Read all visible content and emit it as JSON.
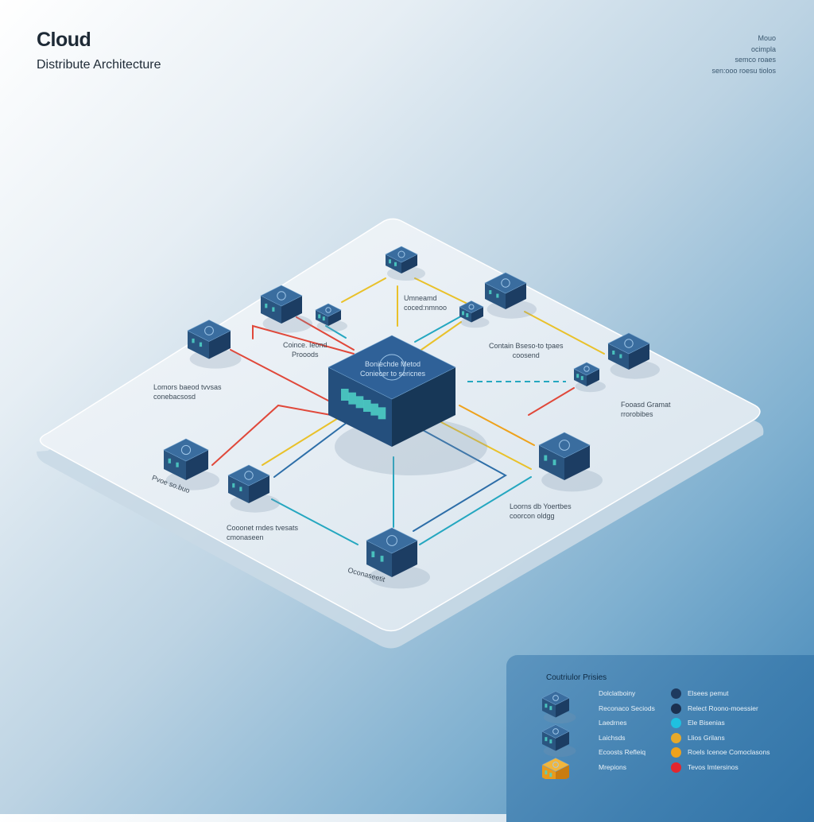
{
  "header": {
    "title": "Cloud",
    "subtitle": "Distribute Architecture"
  },
  "top_right": [
    "Mouo",
    "ocimpla",
    "semco roaes",
    "sen:ooo roesu tiolos"
  ],
  "diagram": {
    "central_label": [
      "Boniechde Metod",
      "Coniecer to sericnes"
    ],
    "labels": {
      "top": [
        "Umneamd",
        "coced:nmnoo"
      ],
      "left_mid": [
        "Coince. Ieond",
        "Prooods"
      ],
      "right_mid": [
        "Contain Bseso-to tpaes",
        "coosend"
      ],
      "left": [
        "Lomors baeod tvvsas",
        "conebacsosd"
      ],
      "right": [
        "Fooasd Gramat",
        "rrorobibes"
      ],
      "bottom_left_node": [
        "Pvoe so.buo"
      ],
      "bottom_left": [
        "Cooonet rndes tvesats",
        "cmonaseen"
      ],
      "bottom_right": [
        "Loorns db Yoertbes",
        "coorcon oldgg"
      ],
      "bottom": [
        "Oconaseetit"
      ]
    }
  },
  "legend": {
    "title": "Coutriulor Prisies",
    "left_items": [
      "Dolclatboiny",
      "Reconaco Seciods",
      "Laedrnes",
      "Laichsds",
      "Ecoosts Refleiq",
      "Mrepions"
    ],
    "right_items": [
      {
        "label": "Elsees pemut",
        "color": "#1e3a5f"
      },
      {
        "label": "Relect Roono-moessier",
        "color": "#1b3050"
      },
      {
        "label": "Ele Bisenias",
        "color": "#1fc0e0"
      },
      {
        "label": "Llios Grilans",
        "color": "#e7a92a"
      },
      {
        "label": "Roels Icenoe Comoclasons",
        "color": "#eea21c"
      },
      {
        "label": "Tevos Imtersinos",
        "color": "#e3262e"
      }
    ]
  },
  "colors": {
    "node": "#2f5f8f",
    "red": "#e0483a",
    "yellow": "#e9c12a",
    "teal": "#25a7c0",
    "blue": "#2d6ea8",
    "orange": "#eea21c"
  }
}
